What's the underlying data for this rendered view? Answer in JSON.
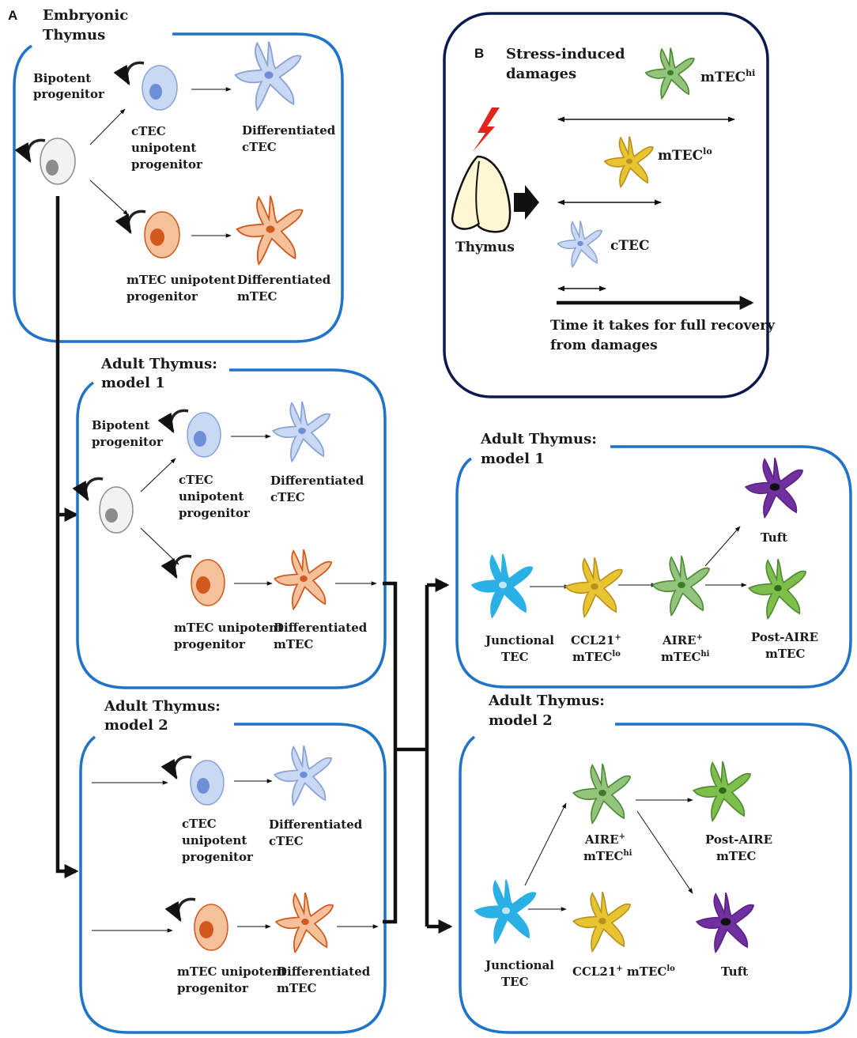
{
  "colors": {
    "box_blue": "#1f73c8",
    "box_navy": "#0b1a4e",
    "ctec_fill": "#c9d8f3",
    "ctec_stroke": "#8aa2d6",
    "ctec_nucleus": "#6e8fd8",
    "mtec_fill": "#f5c19c",
    "mtec_stroke": "#cf5a1c",
    "mtec_nucleus": "#cf5a1c",
    "bipotent_fill": "#f2f2f2",
    "bipotent_stroke": "#8c8c8c",
    "bipotent_nucleus": "#8c8c8c",
    "junctional": "#2bb0e6",
    "ccl21": "#e8c431",
    "aire": "#93c47d",
    "postaire": "#7fbe4a",
    "tuft": "#7030a0",
    "thymus_fill": "#fdf7d3",
    "lightning": "#e3241b"
  },
  "panel_a": {
    "letter": "A",
    "embryonic": {
      "title_line1": "Embryonic",
      "title_line2": "Thymus",
      "bipotent_line1": "Bipotent",
      "bipotent_line2": "progenitor",
      "ctec_prog_line1": "cTEC",
      "ctec_prog_line2": "unipotent",
      "ctec_prog_line3": "progenitor",
      "diff_ctec_line1": "Differentiated",
      "diff_ctec_line2": "cTEC",
      "mtec_prog_line1": "mTEC unipotent",
      "mtec_prog_line2": "progenitor",
      "diff_mtec_line1": "Differentiated",
      "diff_mtec_line2": "mTEC"
    },
    "adult_model1": {
      "title_line1": "Adult Thymus:",
      "title_line2": "model 1",
      "bipotent_line1": "Bipotent",
      "bipotent_line2": "progenitor",
      "ctec_prog_line1": "cTEC",
      "ctec_prog_line2": "unipotent",
      "ctec_prog_line3": "progenitor",
      "diff_ctec_line1": "Differentiated",
      "diff_ctec_line2": "cTEC",
      "mtec_prog_line1": "mTEC unipotent",
      "mtec_prog_line2": "progenitor",
      "diff_mtec_line1": "Differentiated",
      "diff_mtec_line2": "mTEC"
    },
    "adult_model2": {
      "title_line1": "Adult Thymus:",
      "title_line2": "model 2",
      "ctec_prog_line1": "cTEC",
      "ctec_prog_line2": "unipotent",
      "ctec_prog_line3": "progenitor",
      "diff_ctec_line1": "Differentiated",
      "diff_ctec_line2": "cTEC",
      "mtec_prog_line1": "mTEC unipotent",
      "mtec_prog_line2": "progenitor",
      "diff_mtec_line1": "Differentiated",
      "diff_mtec_line2": "mTEC"
    },
    "mtec_model1": {
      "title_line1": "Adult Thymus:",
      "title_line2": "model 1",
      "junctional_line1": "Junctional",
      "junctional_line2": "TEC",
      "ccl21_line1": "CCL21",
      "ccl21_sup": "+",
      "ccl21_line2": "mTEC",
      "ccl21_line2_sup": "lo",
      "aire_line1": "AIRE",
      "aire_sup": "+",
      "aire_line2": "mTEC",
      "aire_line2_sup": "hi",
      "postaire_line1": "Post-AIRE",
      "postaire_line2": "mTEC",
      "tuft": "Tuft"
    },
    "mtec_model2": {
      "title_line1": "Adult Thymus:",
      "title_line2": "model 2",
      "aire_line1": "AIRE",
      "aire_sup": "+",
      "aire_line2": "mTEC",
      "aire_line2_sup": "hi",
      "postaire_line1": "Post-AIRE",
      "postaire_line2": "mTEC",
      "junctional_line1": "Junctional",
      "junctional_line2": "TEC",
      "ccl21": "CCL21",
      "ccl21_sup": "+",
      "ccl21_mtec": " mTEC",
      "ccl21_mtec_sup": "lo",
      "tuft": "Tuft"
    }
  },
  "panel_b": {
    "letter": "B",
    "title_line1": "Stress-induced",
    "title_line2": "damages",
    "thymus_label": "Thymus",
    "mtec_hi": "mTEC",
    "mtec_hi_sup": "hi",
    "mtec_lo": "mTEC",
    "mtec_lo_sup": "lo",
    "ctec": "cTEC",
    "time_line1": "Time it takes for full recovery",
    "time_line2": "from damages"
  }
}
